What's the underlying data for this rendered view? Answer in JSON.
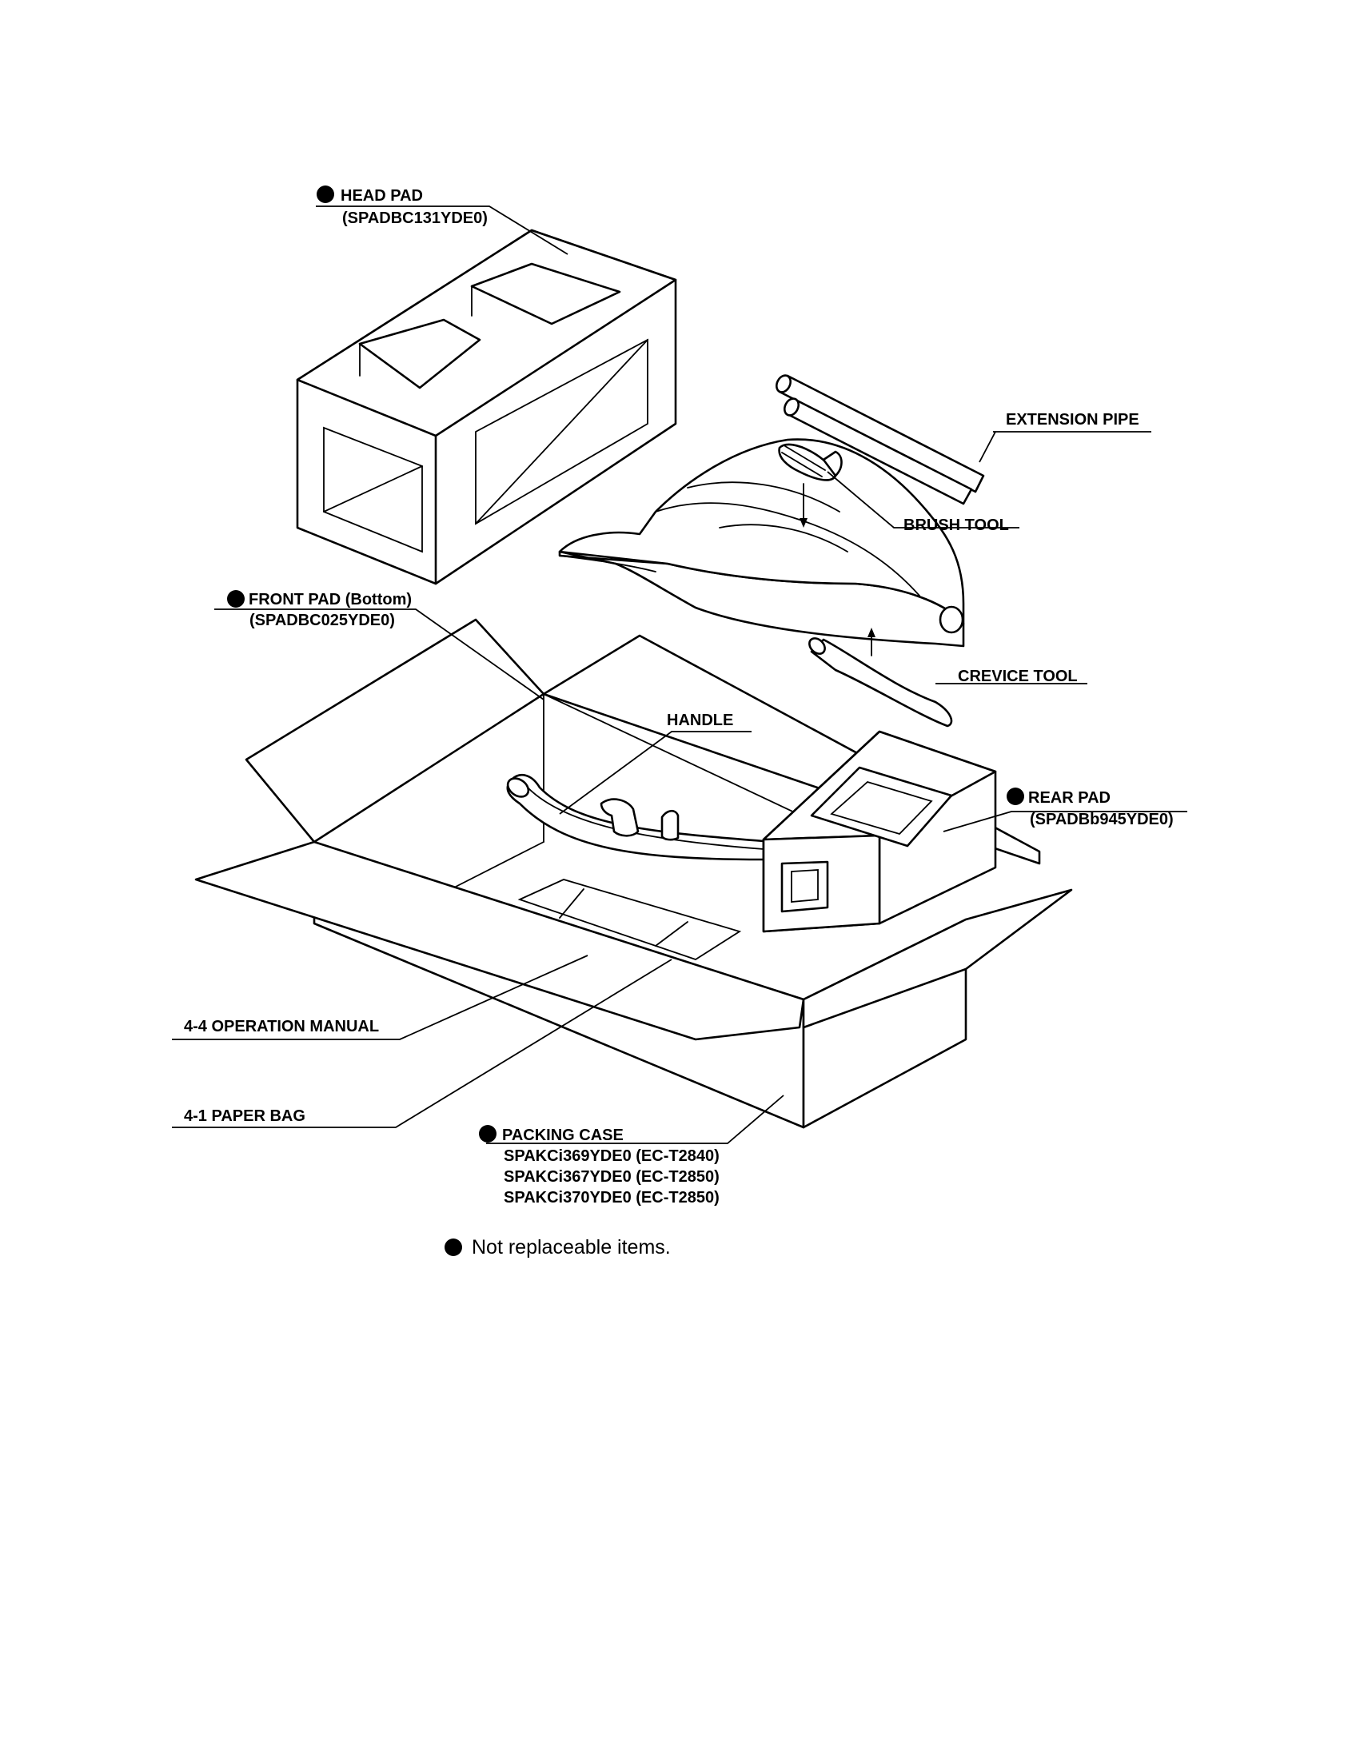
{
  "labels": {
    "head_pad": {
      "name": "HEAD PAD",
      "code": "(SPADBC131YDE0)"
    },
    "extension_pipe": "EXTENSION PIPE",
    "brush_tool": "BRUSH TOOL",
    "front_pad": {
      "name": "FRONT PAD (Bottom)",
      "code": "(SPADBC025YDE0)"
    },
    "crevice_tool": "CREVICE TOOL",
    "handle": "HANDLE",
    "rear_pad": {
      "name": "REAR PAD",
      "code": "(SPADBb945YDE0)"
    },
    "operation_manual": "4-4 OPERATION MANUAL",
    "paper_bag": "4-1 PAPER BAG",
    "packing_case": {
      "name": "PACKING CASE",
      "codes": [
        "SPAKCi369YDE0 (EC-T2840)",
        "SPAKCi367YDE0 (EC-T2850)",
        "SPAKCi370YDE0 (EC-T2850)"
      ]
    }
  },
  "legend": {
    "text": "Not replaceable items."
  },
  "colors": {
    "ink": "#000000",
    "paper": "#ffffff"
  },
  "icons": {
    "not_replaceable_marker": "filled-circle"
  }
}
